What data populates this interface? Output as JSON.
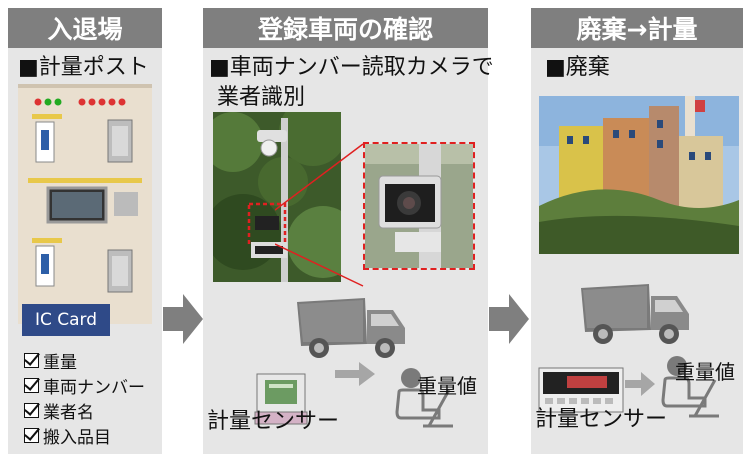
{
  "panels": [
    {
      "header": "入退場",
      "subtitle": "■計量ポスト"
    },
    {
      "header": "登録車両の確認",
      "subtitle_line1": "■車両ナンバー読取カメラで",
      "subtitle_line2": "業者識別"
    },
    {
      "header": "廃棄→計量",
      "subtitle": "■廃棄"
    }
  ],
  "ic_card": "IC Card",
  "checklist": [
    "重量",
    "車両ナンバー",
    "業者名",
    "搬入品目"
  ],
  "sensor_label": "計量センサー",
  "weight_value_label": "重量値",
  "colors": {
    "header_bg": "#7f7f7f",
    "panel_bg": "#e6e6e6",
    "arrow": "#7f7f7f",
    "ic_card": "#2f4a88",
    "highlight": "#e02020"
  }
}
